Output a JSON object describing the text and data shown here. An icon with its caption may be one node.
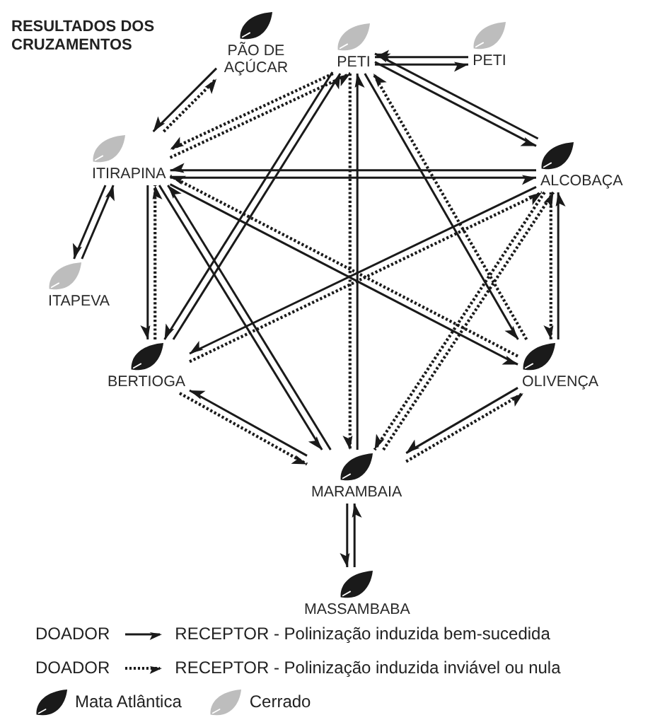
{
  "diagram": {
    "title": "RESULTADOS DOS CRUZAMENTOS",
    "nodes": [
      {
        "text": [
          "PÃO DE AÇÚCAR"
        ]
      },
      {
        "text": [
          "PETI"
        ]
      },
      {
        "text": [
          "PETI"
        ]
      },
      {
        "text": [
          "ITIRAPINA"
        ]
      },
      {
        "text": [
          "ALCOBAÇA"
        ]
      },
      {
        "text": [
          "ITAPEVA"
        ]
      },
      {
        "text": [
          "BERTIOGA"
        ]
      },
      {
        "text": [
          "OLIVENÇA"
        ]
      },
      {
        "text": [
          "MARAMBAIA"
        ]
      },
      {
        "text": [
          "MASSAMBABA"
        ]
      }
    ],
    "edges": [
      {
        "from": 0,
        "to": 3,
        "arrow": "to"
      },
      {
        "from": 3,
        "to": 0,
        "arrow": "to",
        "style": "dashed"
      },
      {
        "from": 3,
        "to": 1,
        "arrow": "to",
        "style": "dashed"
      },
      {
        "from": 1,
        "to": 3,
        "arrow": "to",
        "style": "dashed"
      },
      {
        "from": 2,
        "to": 1,
        "arrow": "to"
      },
      {
        "from": 1,
        "to": 2,
        "arrow": "to"
      },
      {
        "from": 1,
        "to": 4,
        "arrow": "to"
      },
      {
        "from": 4,
        "to": 1,
        "arrow": "to"
      },
      {
        "from": 4,
        "to": 3,
        "arrow": "to"
      },
      {
        "from": 3,
        "to": 4,
        "arrow": "to"
      },
      {
        "from": 3,
        "to": 5,
        "arrow": "to"
      },
      {
        "from": 5,
        "to": 3,
        "arrow": "to"
      },
      {
        "from": 3,
        "to": 6,
        "arrow": "to"
      },
      {
        "from": 6,
        "to": 3,
        "arrow": "to",
        "style": "dashed"
      },
      {
        "from": 3,
        "to": 8,
        "arrow": "to"
      },
      {
        "from": 8,
        "to": 3,
        "arrow": "to"
      },
      {
        "from": 3,
        "to": 7,
        "arrow": "to"
      },
      {
        "from": 7,
        "to": 3,
        "arrow": "to",
        "style": "dashed"
      },
      {
        "from": 1,
        "to": 6,
        "arrow": "to"
      },
      {
        "from": 6,
        "to": 1,
        "arrow": "to"
      },
      {
        "from": 1,
        "to": 8,
        "arrow": "to",
        "style": "dashed"
      },
      {
        "from": 8,
        "to": 1,
        "arrow": "to"
      },
      {
        "from": 1,
        "to": 7,
        "arrow": "to"
      },
      {
        "from": 7,
        "to": 1,
        "arrow": "to",
        "style": "dashed"
      },
      {
        "from": 4,
        "to": 6,
        "arrow": "to"
      },
      {
        "from": 6,
        "to": 4,
        "arrow": "to",
        "style": "dashed"
      },
      {
        "from": 4,
        "to": 8,
        "arrow": "to",
        "style": "dashed"
      },
      {
        "from": 8,
        "to": 4,
        "arrow": "to",
        "style": "dashed"
      },
      {
        "from": 4,
        "to": 7,
        "arrow": "to",
        "style": "dashed"
      },
      {
        "from": 7,
        "to": 4,
        "arrow": "to"
      },
      {
        "from": 7,
        "to": 8,
        "arrow": "to"
      },
      {
        "from": 8,
        "to": 7,
        "arrow": "to",
        "style": "dashed"
      },
      {
        "from": 8,
        "to": 6,
        "arrow": "to"
      },
      {
        "from": 6,
        "to": 8,
        "arrow": "to",
        "style": "dashed"
      },
      {
        "from": 8,
        "to": 9,
        "arrow": "to"
      },
      {
        "from": 9,
        "to": 8,
        "arrow": "to"
      }
    ],
    "labels": [
      "DOADOR",
      "DOADOR"
    ],
    "legend": [
      {
        "text": "RECEPTOR - Polinização induzida bem-sucedida"
      },
      {
        "text": "RECEPTOR - Polinização induzida inviável ou nula"
      },
      {
        "text": "Mata Atlântica",
        "color": "#1a1a1a"
      },
      {
        "text": "Cerrado",
        "color": "#bdbdbd"
      }
    ]
  }
}
